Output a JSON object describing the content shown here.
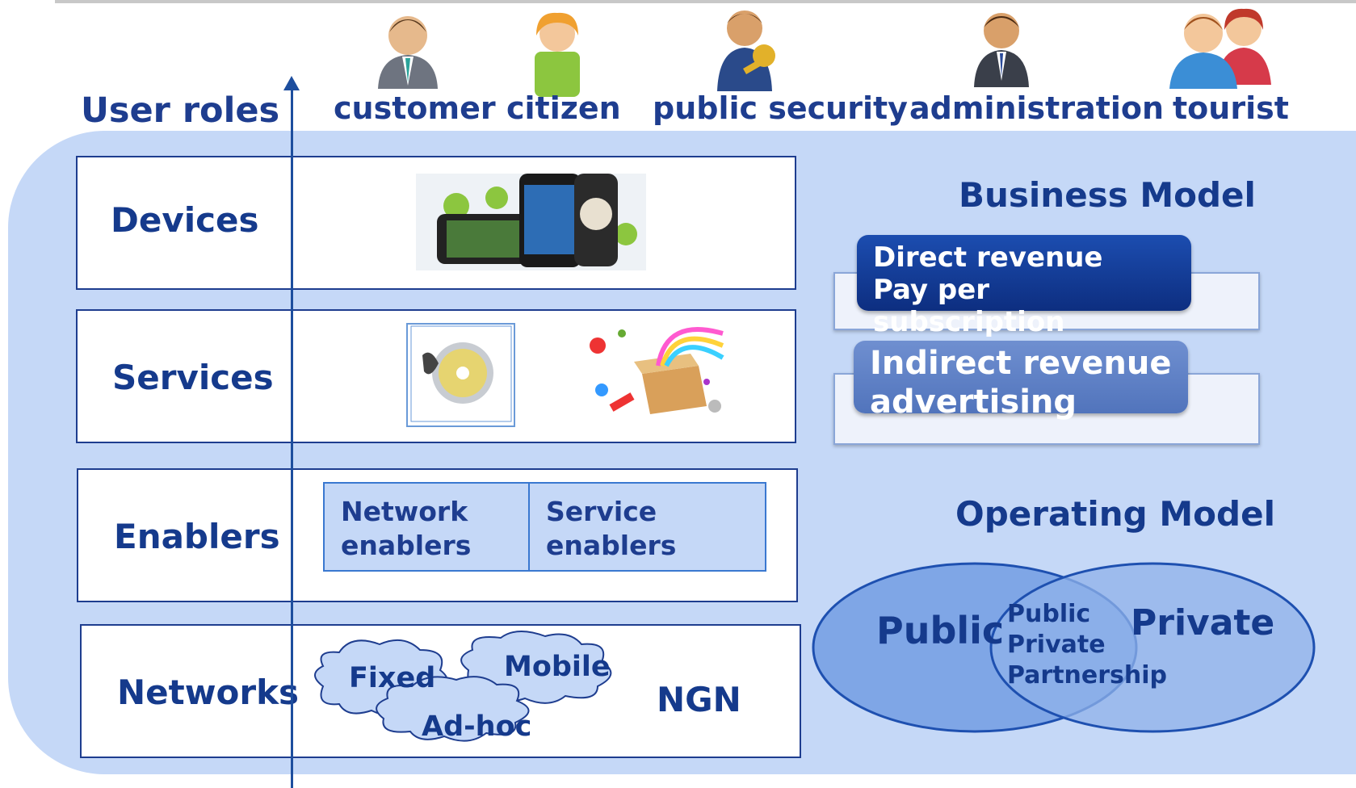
{
  "header": {
    "user_roles_label": "User roles",
    "roles": [
      {
        "label": "customer",
        "icon": "businessman-icon"
      },
      {
        "label": "citizen",
        "icon": "citizen-icon"
      },
      {
        "label": "public security",
        "icon": "security-officer-icon"
      },
      {
        "label": "administration",
        "icon": "administrator-icon"
      },
      {
        "label": "tourist",
        "icon": "tourist-couple-icon"
      }
    ]
  },
  "layers": {
    "devices": "Devices",
    "services": "Services",
    "enablers": "Enablers",
    "networks": "Networks"
  },
  "enablers": {
    "network": [
      "Network",
      "enablers"
    ],
    "service": [
      "Service",
      "enablers"
    ]
  },
  "networks": {
    "fixed": "Fixed",
    "mobile": "Mobile",
    "adhoc": "Ad-hoc",
    "ngn": "NGN"
  },
  "business_model": {
    "title": "Business Model",
    "direct": [
      "Direct revenue",
      "Pay per subscription"
    ],
    "indirect": [
      "Indirect revenue",
      "advertising"
    ]
  },
  "operating_model": {
    "title": "Operating Model",
    "public": "Public",
    "private": "Private",
    "partnership": [
      "Public",
      "Private",
      "Partnership"
    ]
  },
  "colors": {
    "panel": "#c5d8f7",
    "dark_blue": "#153a8c",
    "venn_fill": "#7fa6e6"
  }
}
